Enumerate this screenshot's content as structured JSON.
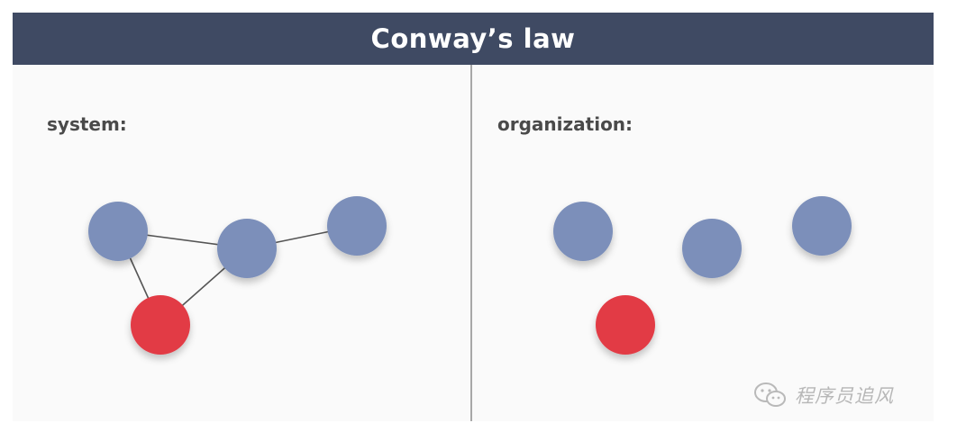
{
  "header": {
    "title": "Conway’s law"
  },
  "panels": {
    "system": {
      "label": "system:"
    },
    "organization": {
      "label": "organization:"
    }
  },
  "watermark": {
    "icon": "wechat-icon",
    "text": "程序员追风"
  },
  "colors": {
    "header_bg": "#3f4a63",
    "node_blue": "#7b8fba",
    "node_red": "#e23a45",
    "edge": "#555555"
  },
  "diagram": {
    "system_nodes": [
      {
        "id": "sys-a",
        "color": "blue"
      },
      {
        "id": "sys-b",
        "color": "blue"
      },
      {
        "id": "sys-c",
        "color": "blue"
      },
      {
        "id": "sys-d",
        "color": "red"
      }
    ],
    "system_edges": [
      [
        "sys-a",
        "sys-b"
      ],
      [
        "sys-b",
        "sys-c"
      ],
      [
        "sys-a",
        "sys-d"
      ],
      [
        "sys-b",
        "sys-d"
      ]
    ],
    "organization_nodes": [
      {
        "id": "org-a",
        "color": "blue"
      },
      {
        "id": "org-b",
        "color": "blue"
      },
      {
        "id": "org-c",
        "color": "blue"
      },
      {
        "id": "org-d",
        "color": "red"
      }
    ]
  }
}
